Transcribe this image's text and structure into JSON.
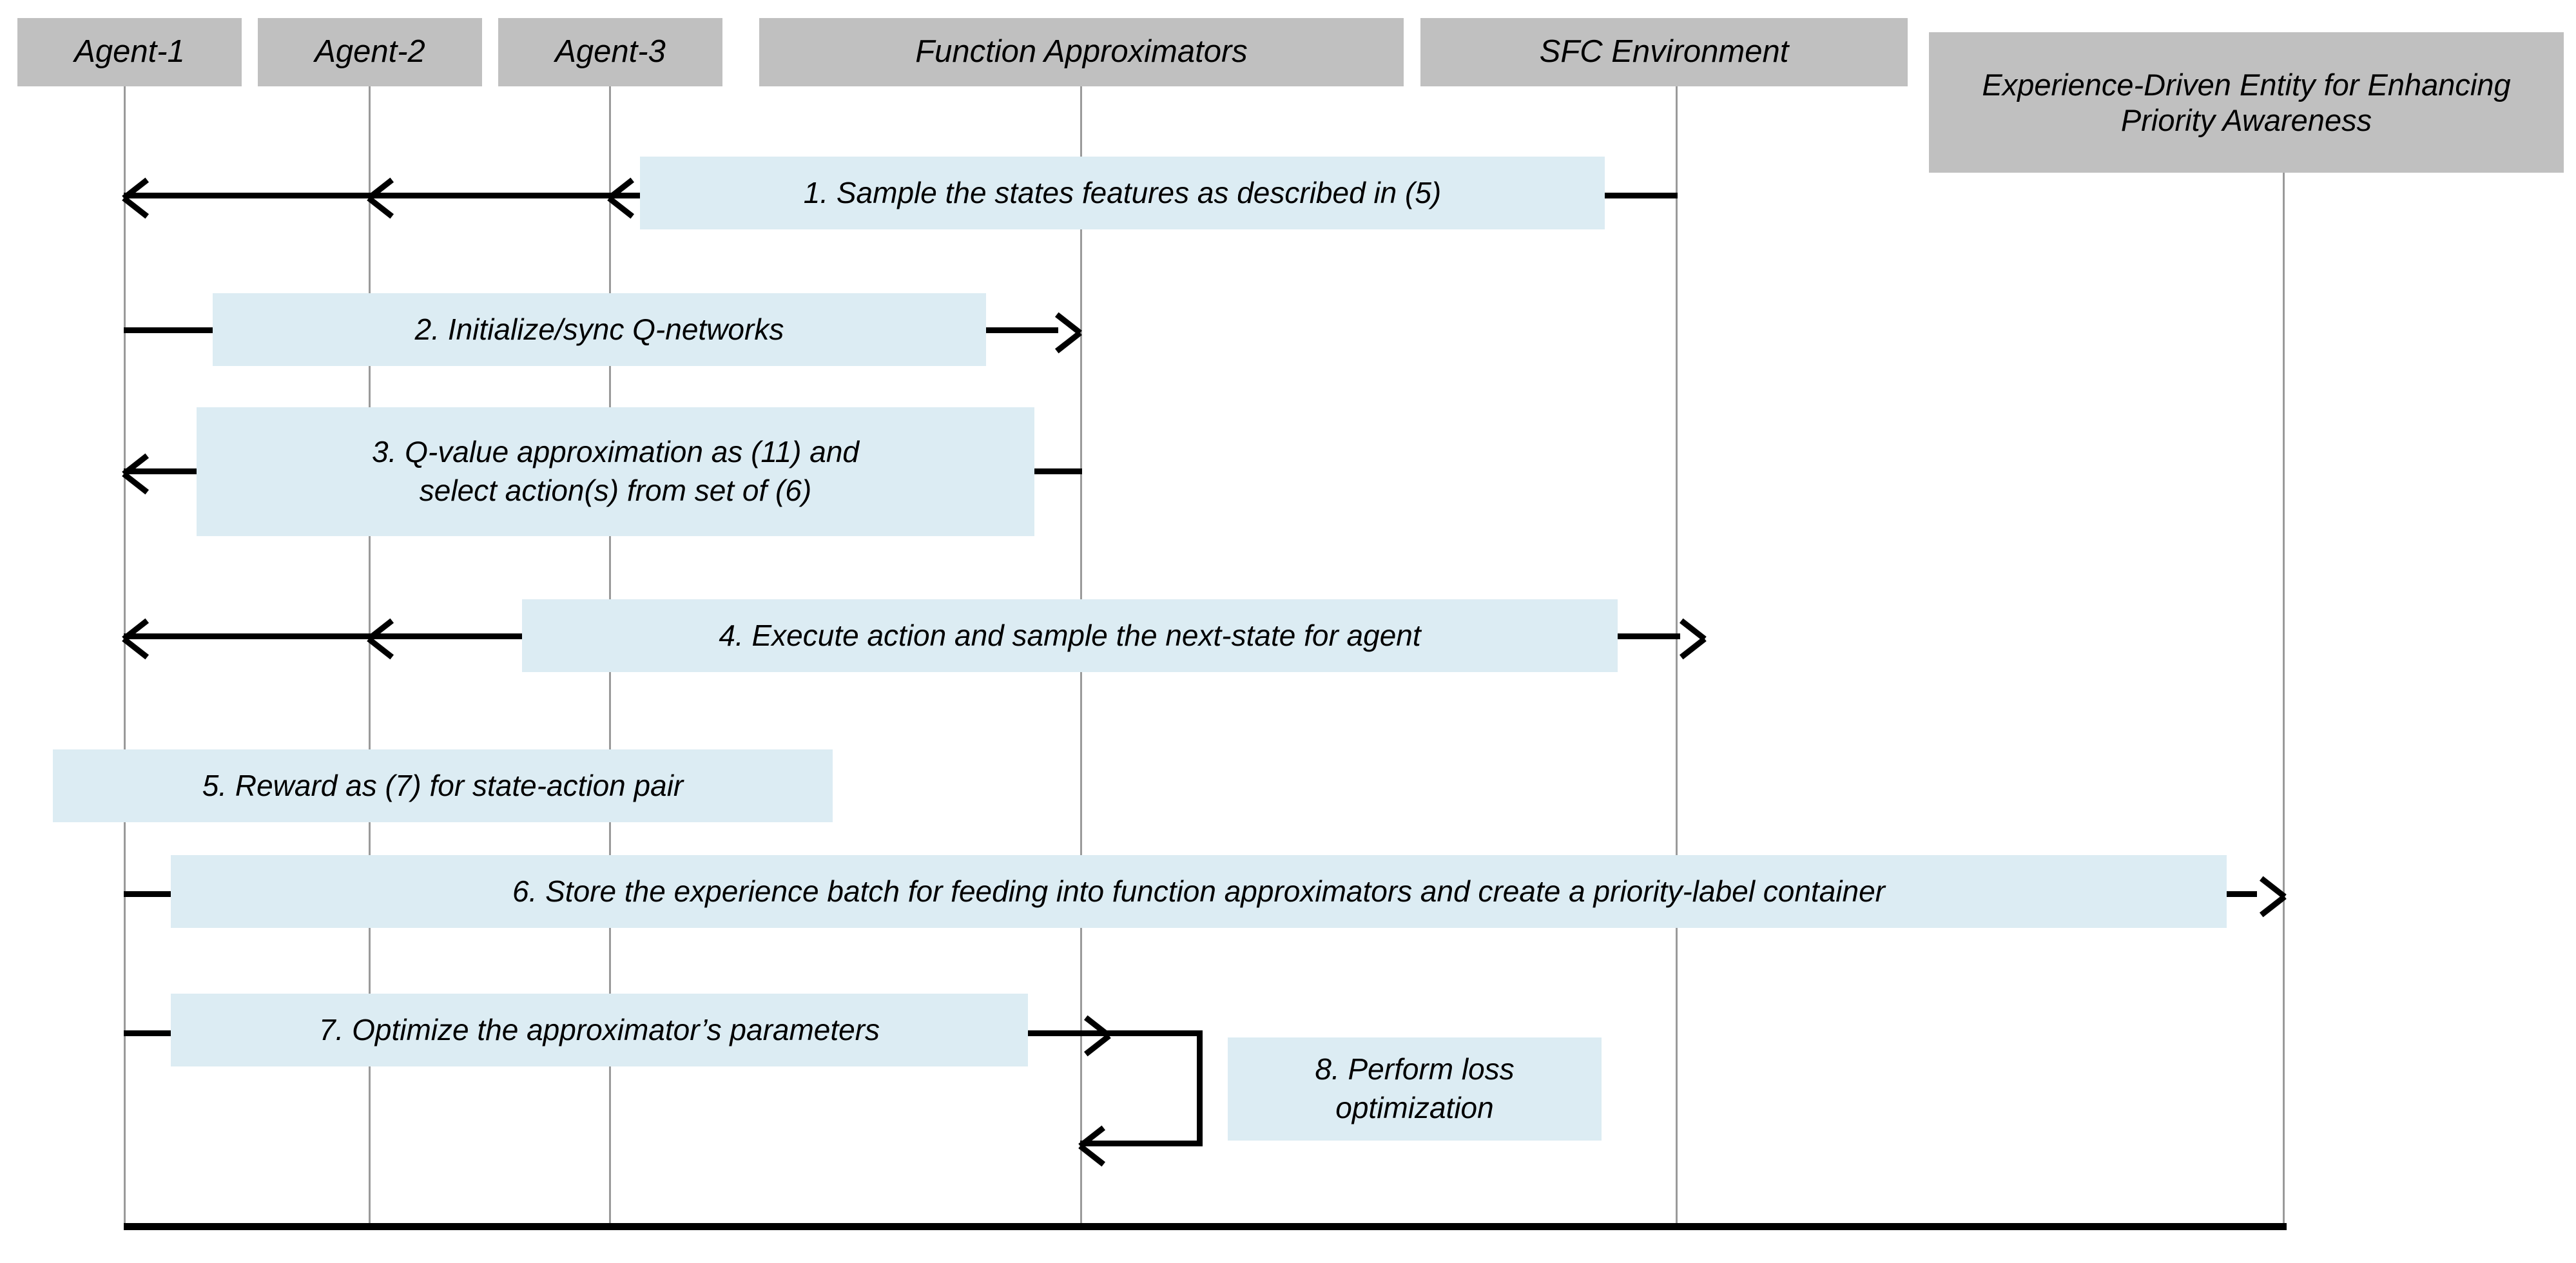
{
  "diagram": {
    "type": "uml-sequence-diagram",
    "title_text_colors": {
      "header_fill": "#c0c0c0",
      "label_fill": "#dcecf3",
      "line": "#000000",
      "lifeline": "#9a9a9a"
    }
  },
  "participants": [
    {
      "id": "agent-1",
      "label": "Agent-1"
    },
    {
      "id": "agent-2",
      "label": "Agent-2"
    },
    {
      "id": "agent-3",
      "label": "Agent-3"
    },
    {
      "id": "function-approximators",
      "label": "Function Approximators"
    },
    {
      "id": "sfc-environment",
      "label": "SFC Environment"
    },
    {
      "id": "experience-driven-entity",
      "label": "Experience-Driven Entity for\nEnhancing Priority Awareness"
    }
  ],
  "messages": [
    {
      "number": "1",
      "text": "1. Sample the states features as described in (5)",
      "from": "sfc-environment",
      "to": "agent-1",
      "direction": "left"
    },
    {
      "number": "2",
      "text": "2. Initialize/sync Q-networks",
      "from": "agent-1",
      "to": "function-approximators",
      "direction": "right"
    },
    {
      "number": "3",
      "text": "3. Q-value approximation as (11) and\nselect action(s) from set of (6)",
      "from": "function-approximators",
      "to": "agent-1",
      "direction": "left"
    },
    {
      "number": "4",
      "text": "4. Execute action and sample the next-state for agent",
      "from": "agent-1",
      "to": "sfc-environment",
      "direction": "both"
    },
    {
      "number": "5",
      "text": "5. Reward as (7) for state-action pair",
      "from": "agent-1",
      "to": "agent-1",
      "direction": "none"
    },
    {
      "number": "6",
      "text": "6. Store the experience batch for feeding into function approximators and create a priority-label container",
      "from": "agent-1",
      "to": "experience-driven-entity",
      "direction": "right"
    },
    {
      "number": "7",
      "text": "7. Optimize the approximator’s parameters",
      "from": "agent-1",
      "to": "function-approximators",
      "direction": "right"
    },
    {
      "number": "8",
      "text": "8. Perform loss\noptimization",
      "from": "function-approximators",
      "to": "function-approximators",
      "direction": "self"
    }
  ]
}
